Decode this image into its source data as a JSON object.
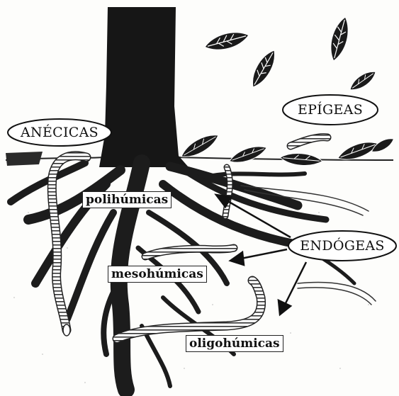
{
  "labels": {
    "anecicas": "ANÉCICAS",
    "epigeas": "EPÍGEAS",
    "endogeas": "ENDÓGEAS",
    "polihumicas": "polihúmicas",
    "mesohumicas": "mesohúmicas",
    "oligohumicas": "oligohúmicas"
  }
}
